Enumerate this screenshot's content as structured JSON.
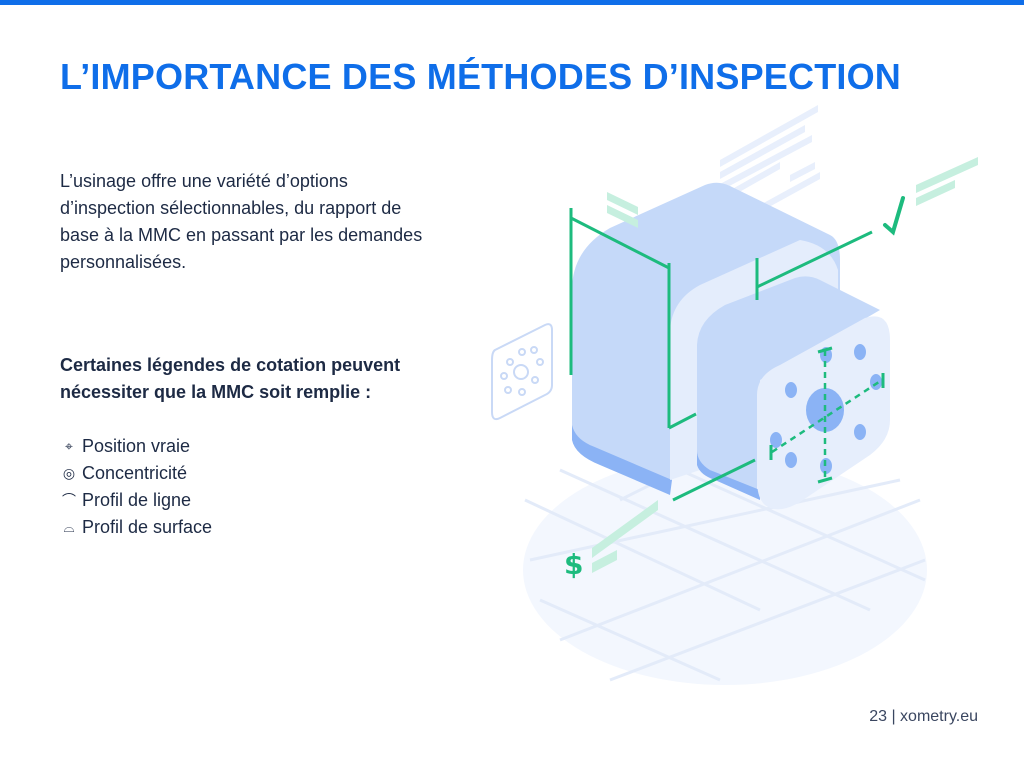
{
  "slide": {
    "title": "L’IMPORTANCE DES MÉTHODES D’INSPECTION",
    "intro": "L’usinage offre une variété d’options d’inspection sélectionnables, du rapport de base à la MMC en passant par les demandes personnalisées.",
    "lead": "Certaines légendes de cotation peuvent nécessiter que la MMC soit remplie :",
    "items": [
      {
        "icon": "position-icon",
        "symbol": "⌖",
        "label": "Position vraie"
      },
      {
        "icon": "concentricity-icon",
        "symbol": "◎",
        "label": "Concentricité"
      },
      {
        "icon": "line-profile-icon",
        "symbol": "⌒",
        "label": "Profil de ligne"
      },
      {
        "icon": "surface-profile-icon",
        "symbol": "⌓",
        "label": "Profil de surface"
      }
    ],
    "footer": "23 | xometry.eu"
  },
  "colors": {
    "brand": "#0f6ee9",
    "accent": "#1dbb7e",
    "text": "#1d2a44"
  }
}
